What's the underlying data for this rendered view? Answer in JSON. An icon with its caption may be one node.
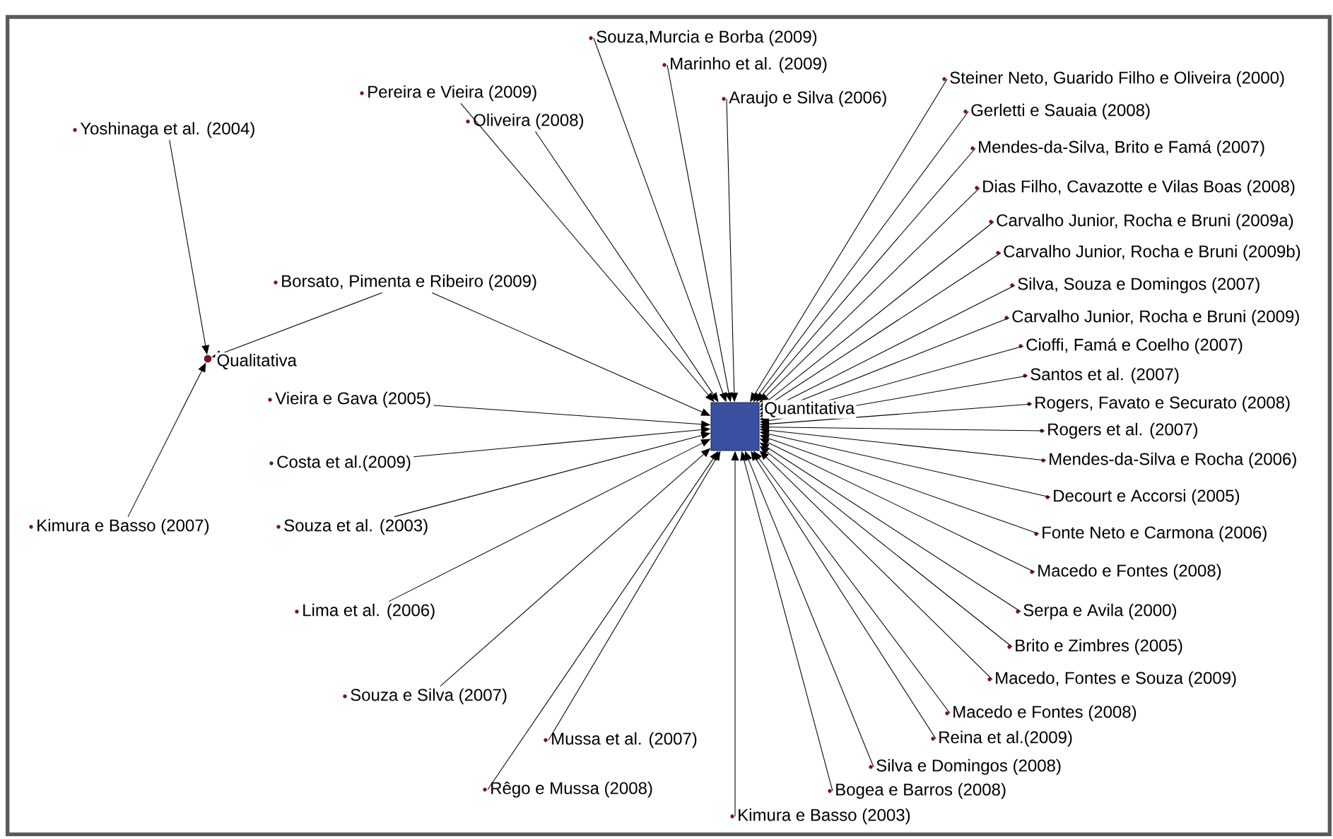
{
  "diagram": {
    "nodes": [
      {
        "text": [],
        "shape": "box",
        "beside": [
          "Quantitativa"
        ]
      },
      {
        "text": [],
        "shape": "circle",
        "beside": [
          "Qualitativa"
        ]
      },
      {
        "text": [
          "Souza,Murcia e Borba (2009)"
        ]
      },
      {
        "text": [
          "Marinho et al. (2009)"
        ]
      },
      {
        "text": [
          "Steiner Neto, Guarido Filho e Oliveira (2000)"
        ]
      },
      {
        "text": [
          "Pereira e Vieira (2009)"
        ]
      },
      {
        "text": [
          "Araujo e Silva (2006)"
        ]
      },
      {
        "text": [
          "Gerletti e Sauaia (2008)"
        ]
      },
      {
        "text": [
          "Oliveira (2008)"
        ]
      },
      {
        "text": [
          "Yoshinaga et al. (2004)"
        ]
      },
      {
        "text": [
          "Mendes-da-Silva, Brito e Famá (2007)"
        ]
      },
      {
        "text": [
          "Dias Filho, Cavazotte e Vilas Boas (2008)"
        ]
      },
      {
        "text": [
          "Carvalho Junior, Rocha e Bruni (2009a)"
        ]
      },
      {
        "text": [
          "Carvalho Junior, Rocha e Bruni (2009b)"
        ]
      },
      {
        "text": [
          "Borsato, Pimenta e Ribeiro (2009)"
        ]
      },
      {
        "text": [
          "Silva, Souza e Domingos (2007)"
        ]
      },
      {
        "text": [
          "Carvalho Junior, Rocha e Bruni (2009)"
        ]
      },
      {
        "text": [
          "Cioffi, Famá e Coelho (2007)"
        ]
      },
      {
        "text": [
          "Santos et al. (2007)"
        ]
      },
      {
        "text": [
          "Vieira e Gava (2005)"
        ]
      },
      {
        "text": [
          "Rogers, Favato e Securato (2008)"
        ]
      },
      {
        "text": [
          "Rogers et al. (2007)"
        ]
      },
      {
        "text": [
          "Costa et al.(2009)"
        ]
      },
      {
        "text": [
          "Mendes-da-Silva e Rocha (2006)"
        ]
      },
      {
        "text": [
          "Decourt e Accorsi (2005)"
        ]
      },
      {
        "text": [
          "Kimura e Basso (2007)"
        ]
      },
      {
        "text": [
          "Souza et al. (2003)"
        ]
      },
      {
        "text": [
          "Fonte Neto e Carmona (2006)"
        ]
      },
      {
        "text": [
          "Macedo e Fontes (2008)"
        ]
      },
      {
        "text": [
          "Lima et al. (2006)"
        ]
      },
      {
        "text": [
          "Serpa e Avila (2000)"
        ]
      },
      {
        "text": [
          "Brito e Zimbres (2005)"
        ]
      },
      {
        "text": [
          "Macedo, Fontes e Souza (2009)"
        ]
      },
      {
        "text": [
          "Souza e Silva (2007)"
        ]
      },
      {
        "text": [
          "Macedo e Fontes (2008)"
        ]
      },
      {
        "text": [
          "Reina et al.(2009)"
        ]
      },
      {
        "text": [
          "Mussa et al. (2007)"
        ]
      },
      {
        "text": [
          "Silva e Domingos (2008)"
        ]
      },
      {
        "text": [
          "Rêgo e Mussa (2008)"
        ]
      },
      {
        "text": [
          "Bogea e Barros (2008)"
        ]
      },
      {
        "text": [
          "Kimura e Basso (2003)"
        ]
      }
    ],
    "edges": [
      {
        "from": 9,
        "to": 1,
        "arrow": "to"
      },
      {
        "from": 14,
        "to": 1,
        "arrow": "to"
      },
      {
        "from": 25,
        "to": 1,
        "arrow": "to"
      },
      {
        "from": 2,
        "to": 0,
        "arrow": "to"
      },
      {
        "from": 3,
        "to": 0,
        "arrow": "to"
      },
      {
        "from": 4,
        "to": 0,
        "arrow": "to"
      },
      {
        "from": 5,
        "to": 0,
        "arrow": "to"
      },
      {
        "from": 6,
        "to": 0,
        "arrow": "to"
      },
      {
        "from": 7,
        "to": 0,
        "arrow": "to"
      },
      {
        "from": 8,
        "to": 0,
        "arrow": "to"
      },
      {
        "from": 10,
        "to": 0,
        "arrow": "to"
      },
      {
        "from": 11,
        "to": 0,
        "arrow": "to"
      },
      {
        "from": 12,
        "to": 0,
        "arrow": "to"
      },
      {
        "from": 13,
        "to": 0,
        "arrow": "to"
      },
      {
        "from": 14,
        "to": 0,
        "arrow": "to"
      },
      {
        "from": 15,
        "to": 0,
        "arrow": "to"
      },
      {
        "from": 16,
        "to": 0,
        "arrow": "to"
      },
      {
        "from": 17,
        "to": 0,
        "arrow": "to"
      },
      {
        "from": 18,
        "to": 0,
        "arrow": "to"
      },
      {
        "from": 19,
        "to": 0,
        "arrow": "to"
      },
      {
        "from": 20,
        "to": 0,
        "arrow": "to"
      },
      {
        "from": 21,
        "to": 0,
        "arrow": "to"
      },
      {
        "from": 22,
        "to": 0,
        "arrow": "to"
      },
      {
        "from": 23,
        "to": 0,
        "arrow": "to"
      },
      {
        "from": 24,
        "to": 0,
        "arrow": "to"
      },
      {
        "from": 26,
        "to": 0,
        "arrow": "to"
      },
      {
        "from": 27,
        "to": 0,
        "arrow": "to"
      },
      {
        "from": 28,
        "to": 0,
        "arrow": "to"
      },
      {
        "from": 29,
        "to": 0,
        "arrow": "to"
      },
      {
        "from": 30,
        "to": 0,
        "arrow": "to"
      },
      {
        "from": 31,
        "to": 0,
        "arrow": "to"
      },
      {
        "from": 32,
        "to": 0,
        "arrow": "to"
      },
      {
        "from": 33,
        "to": 0,
        "arrow": "to"
      },
      {
        "from": 34,
        "to": 0,
        "arrow": "to"
      },
      {
        "from": 35,
        "to": 0,
        "arrow": "to"
      },
      {
        "from": 36,
        "to": 0,
        "arrow": "to"
      },
      {
        "from": 37,
        "to": 0,
        "arrow": "to"
      },
      {
        "from": 38,
        "to": 0,
        "arrow": "to"
      },
      {
        "from": 39,
        "to": 0,
        "arrow": "to"
      },
      {
        "from": 40,
        "to": 0,
        "arrow": "to"
      }
    ]
  }
}
